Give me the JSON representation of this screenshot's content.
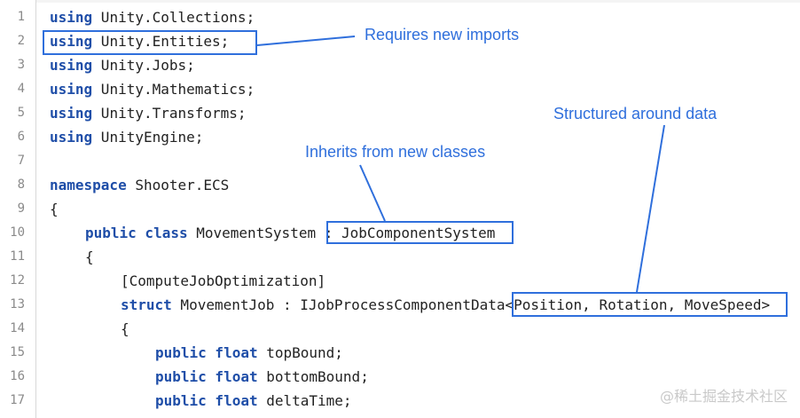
{
  "line_numbers": [
    "1",
    "2",
    "3",
    "4",
    "5",
    "6",
    "7",
    "8",
    "9",
    "10",
    "11",
    "12",
    "13",
    "14",
    "15",
    "16",
    "17"
  ],
  "lines": [
    {
      "kw": "using",
      "rest": " Unity.Collections;"
    },
    {
      "kw": "using",
      "rest": " Unity.Entities;"
    },
    {
      "kw": "using",
      "rest": " Unity.Jobs;"
    },
    {
      "kw": "using",
      "rest": " Unity.Mathematics;"
    },
    {
      "kw": "using",
      "rest": " Unity.Transforms;"
    },
    {
      "kw": "using",
      "rest": " UnityEngine;"
    },
    {
      "kw": "",
      "rest": ""
    },
    {
      "kw": "namespace",
      "rest": " Shooter.ECS"
    },
    {
      "kw": "",
      "rest": "{"
    },
    {
      "kw": "public class",
      "rest": " MovementSystem : JobComponentSystem"
    },
    {
      "kw": "",
      "rest": "{"
    },
    {
      "kw": "",
      "rest": "[ComputeJobOptimization]"
    },
    {
      "kw": "struct",
      "rest": " MovementJob : IJobProcessComponentData<Position, Rotation, MoveSpeed>"
    },
    {
      "kw": "",
      "rest": "{"
    },
    {
      "kw": "public float",
      "rest": " topBound;"
    },
    {
      "kw": "public float",
      "rest": " bottomBound;"
    },
    {
      "kw": "public float",
      "rest": " deltaTime;"
    }
  ],
  "annotations": {
    "imports": "Requires new imports",
    "inherits": "Inherits from new classes",
    "data": "Structured around data"
  },
  "watermark": "@稀土掘金技术社区",
  "colors": {
    "accent": "#2f6fdc",
    "keyword": "#1f4ea8"
  }
}
